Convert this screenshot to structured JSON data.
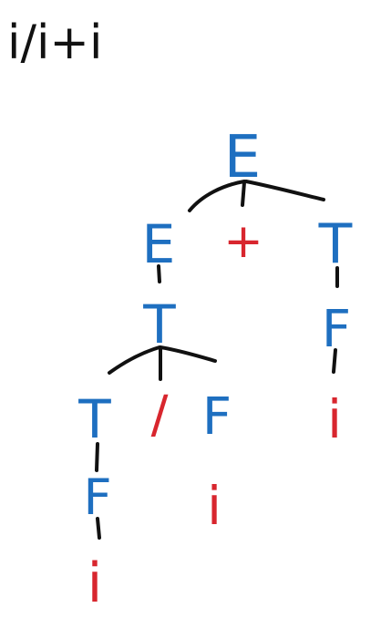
{
  "expression": "i/i+i",
  "colors": {
    "nonterminal": "#1e6fc0",
    "terminal": "#d8262e",
    "ink": "#111111"
  },
  "tree": {
    "root": "E",
    "level1": {
      "left": "E",
      "op": "+",
      "right": "T"
    },
    "left_branch": {
      "T": "T",
      "T_child": "T",
      "op": "/",
      "F": "F",
      "F_under_T": "F",
      "leaf_left": "i",
      "leaf_mid": "i"
    },
    "right_branch": {
      "F": "F",
      "leaf": "i"
    }
  }
}
